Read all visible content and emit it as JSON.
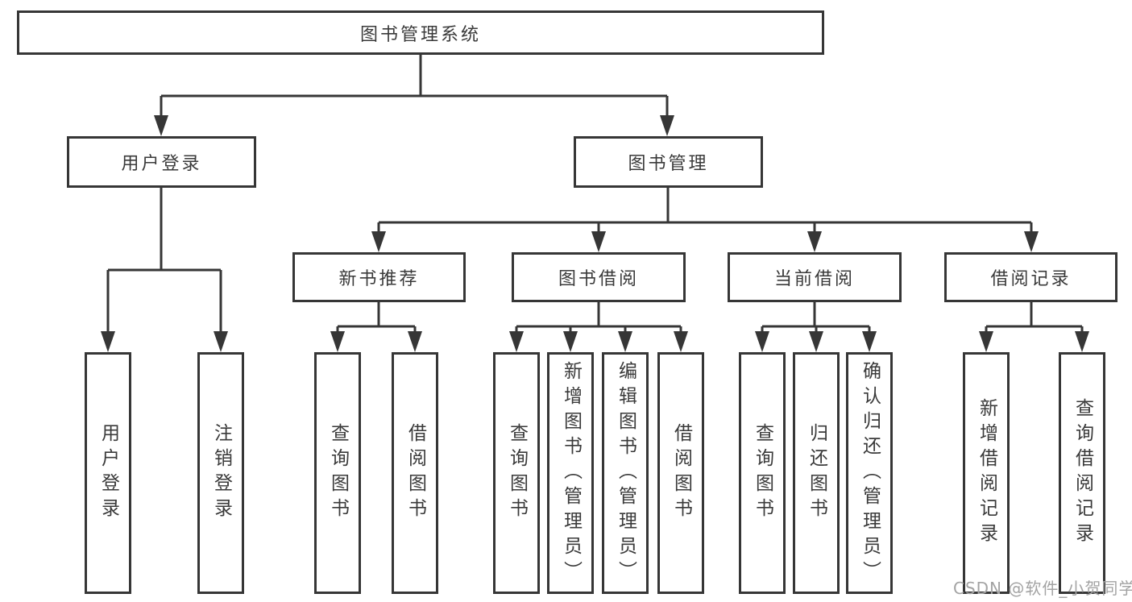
{
  "colors": {
    "line": "#363636",
    "box_border": "#363636",
    "text": "#3a3a3a",
    "watermark": "#a3a3a3",
    "background": "#ffffff"
  },
  "diagram": {
    "root": "图书管理系统",
    "level2": {
      "user_login": "用户登录",
      "book_mgmt": "图书管理"
    },
    "level3": {
      "new_book": "新书推荐",
      "book_borrow": "图书借阅",
      "current_borrow": "当前借阅",
      "borrow_records": "借阅记录"
    },
    "leaves": {
      "user_login": "用户登录",
      "logout": "注销登录",
      "nb_query": "查询图书",
      "nb_borrow": "借阅图书",
      "bb_query": "查询图书",
      "bb_add": "新增图书（管理员）",
      "bb_edit": "编辑图书（管理员）",
      "bb_borrow": "借阅图书",
      "cb_query": "查询图书",
      "cb_return": "归还图书",
      "cb_confirm": "确认归还（管理员）",
      "br_add": "新增借阅记录",
      "br_query": "查询借阅记录"
    }
  },
  "watermark": "CSDN @软件_小贺同学"
}
